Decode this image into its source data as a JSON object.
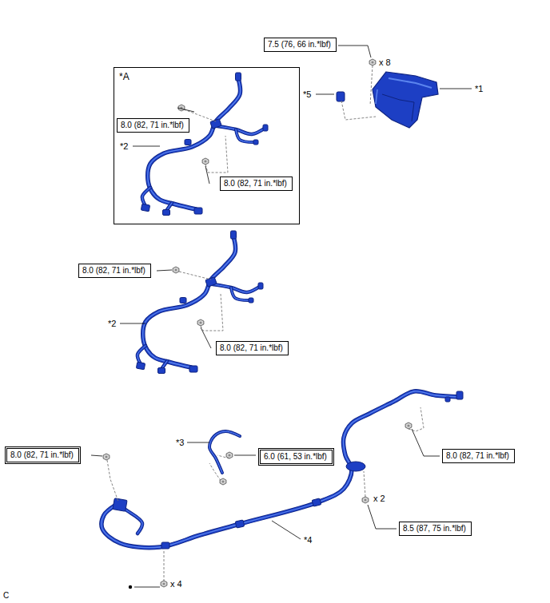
{
  "diagram": {
    "nodes": [
      {
        "text": [
          "7.5 (76, 66 in.*lbf)"
        ]
      },
      {
        "text": [
          "*A"
        ]
      },
      {
        "text": [
          "8.0 (82, 71 in.*lbf)"
        ],
        "in": 1
      },
      {
        "text": [
          "8.0 (82, 71 in.*lbf)"
        ],
        "in": 1
      },
      {
        "text": [
          "8.0 (82, 71 in.*lbf)"
        ]
      },
      {
        "text": [
          "8.0 (82, 71 in.*lbf)"
        ]
      },
      {
        "text": [
          "8.0 (82, 71 in.*lbf)"
        ]
      },
      {
        "text": [
          "6.0 (61, 53 in.*lbf)"
        ]
      },
      {
        "text": [
          "8.0 (82, 71 in.*lbf)"
        ]
      },
      {
        "text": [
          "8.5 (87, 75 in.*lbf)"
        ]
      }
    ],
    "edges": [],
    "labels": [
      "x 8",
      "*1",
      "*5",
      "*2",
      "*2",
      "*3",
      "*4",
      "x 2",
      "x 4",
      "C"
    ]
  }
}
